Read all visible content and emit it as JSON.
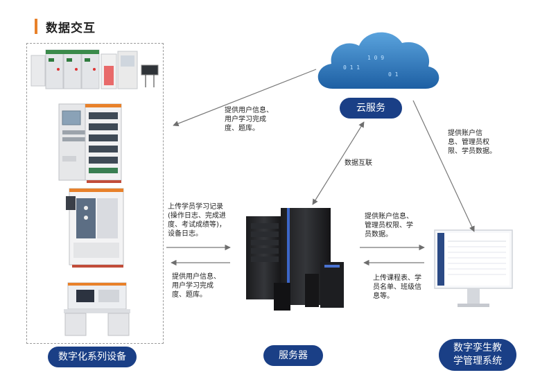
{
  "title": "数据交互",
  "nodes": {
    "cloud": "云服务",
    "server": "服务器",
    "devices": "数字化系列设备",
    "twin": "数字孪生教\n学管理系统"
  },
  "edges": {
    "cloud_to_devices": "提供用户信息、\n用户学习完成\n度、题库。",
    "server_cloud": "数据互联",
    "cloud_to_twin": "提供账户信\n息、管理员权\n限、学员数据。",
    "devices_to_server": "上传学员学习记录\n(操作日志、完成进\n度、考试成绩等)，\n设备日志。",
    "server_to_devices": "提供用户信息、\n用户学习完成\n度、题库。",
    "server_to_twin": "提供账户信息、\n管理员权限、学\n员数据。",
    "twin_to_server": "上传课程表、学\n员名单、班级信\n息等。"
  },
  "colors": {
    "accent": "#e8812a",
    "pill": "#1a3f86",
    "arrow": "#777777",
    "cloud": "#3f86c8"
  }
}
